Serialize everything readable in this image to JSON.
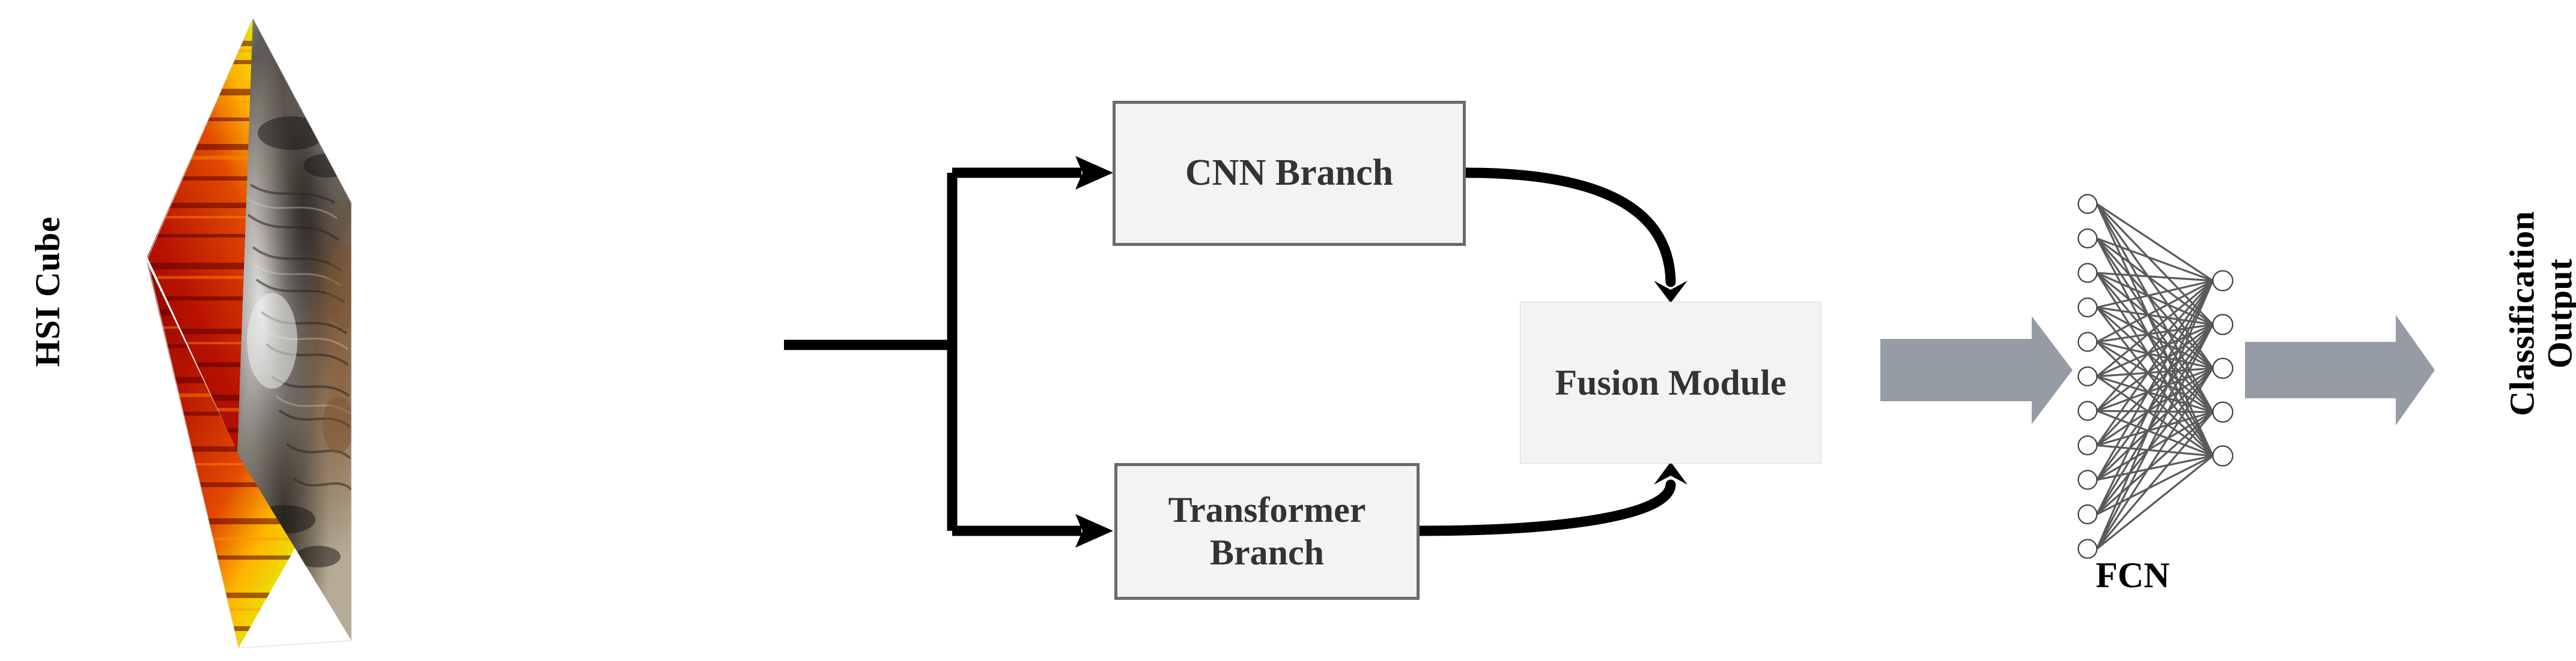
{
  "figure": {
    "type": "architecture-diagram",
    "title_text": "",
    "background_color": "#ffffff"
  },
  "labels": {
    "hsi_cube": "HSI Cube",
    "classification_output_line1": "Classification",
    "classification_output_line2": "Output",
    "fcn": "FCN"
  },
  "blocks": [
    {
      "id": "cnn-branch",
      "label": "CNN Branch",
      "fill": "#f3f3f3",
      "border": "#6a6a6a"
    },
    {
      "id": "transformer-branch",
      "label": "Transformer\nBranch",
      "fill": "#f3f3f3",
      "border": "#6a6a6a"
    },
    {
      "id": "fusion-module",
      "label": "Fusion Module",
      "fill": "#f3f3f3",
      "border": "#d8d8d8"
    }
  ],
  "block_labels": {
    "cnn_branch": "CNN Branch",
    "transformer_branch_line1": "Transformer",
    "transformer_branch_line2": "Branch",
    "fusion_module": "Fusion Module"
  },
  "flow": {
    "source": "HSI Cube",
    "split_into": [
      "CNN Branch",
      "Transformer Branch"
    ],
    "merge_into": "Fusion Module",
    "then": [
      "FCN",
      "Classification Output"
    ],
    "black_arrow_color": "#000000",
    "gray_arrow_color": "#969ca6"
  },
  "fcn": {
    "input_nodes": 11,
    "output_nodes": 5,
    "node_fill": "#ffffff",
    "node_stroke": "#3f3f3f",
    "edge_color": "#5a5a5a"
  },
  "hsi_cube": {
    "description": "hyperspectral-image-cube",
    "top_face": "rgb-scene",
    "side_face": "spectral-bands-jet-colormap",
    "colormap_stops": [
      "#8b0000",
      "#cc2200",
      "#ff6600",
      "#ffcc00",
      "#aaff44",
      "#33ddaa",
      "#22aaff",
      "#1144dd"
    ]
  }
}
